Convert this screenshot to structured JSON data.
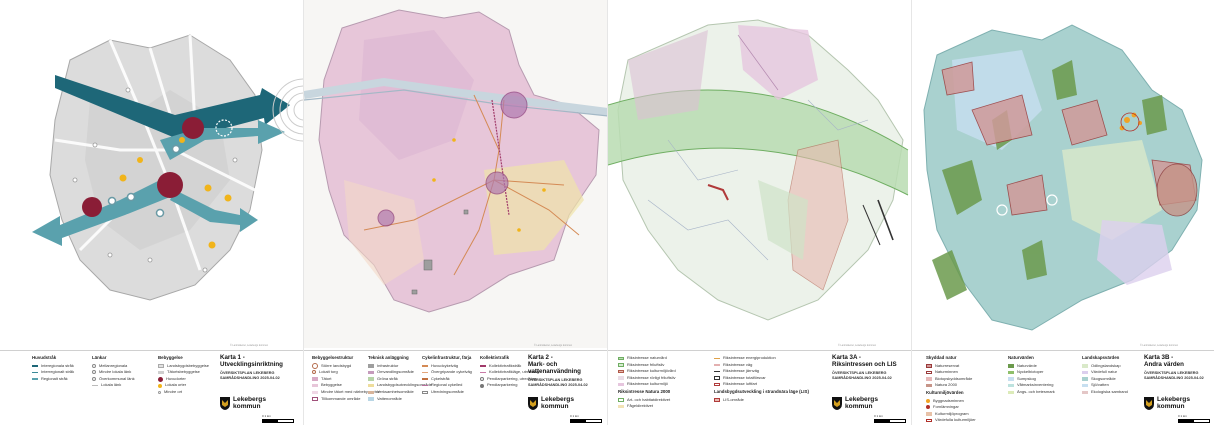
{
  "maps": [
    {
      "title_line1": "Karta 1 -",
      "title_line2": "Utvecklingsinriktning",
      "subtitle_line1": "ÖVERSIKTSPLAN LEKEBERG",
      "subtitle_line2": "SAMRÅDSHANDLING 2025-04-02",
      "logo_line1": "Lekebergs",
      "logo_line2": "kommun",
      "legend_groups": [
        {
          "heading": "Huvudstråk",
          "items": [
            "Interegionala stråk",
            "Interregionalt stråk",
            "Regionalt stråk"
          ]
        },
        {
          "heading": "Länkar",
          "items": [
            "Mellanregionala",
            "Mindre lokala länk",
            "Överkommunal länk",
            "Lokala länk"
          ]
        },
        {
          "heading": "Bebyggelse",
          "items": [
            "Landsbygdsbebyggelse",
            "Tätortsbebyggelse",
            "Huvudorter",
            "Lokala orter",
            "Mindre ort"
          ]
        }
      ],
      "scale_label": "0 1 km"
    },
    {
      "title_line1": "Karta 2 -",
      "title_line2": "Mark- och vattenanvändning",
      "subtitle_line1": "ÖVERSIKTSPLAN LEKEBERG",
      "subtitle_line2": "SAMRÅDSHANDLING 2025-04-02",
      "logo_line1": "Lekebergs",
      "logo_line2": "kommun",
      "legend_groups": [
        {
          "heading": "Bebyggelsestruktur",
          "items": [
            "Större landsbygd",
            "Lokalt torg",
            "Tätort",
            "Bebyggelse",
            "Mindre tätort med närbebyggelse",
            "Tillkommande område"
          ]
        },
        {
          "heading": "Teknisk anläggning",
          "items": [
            "Infrastruktur",
            "Omvandlingsområde",
            "Gröna stråk",
            "Landsbygdsutvecklingsområde",
            "Verksamhetsområde",
            "Vattenområde"
          ]
        },
        {
          "heading": "Cykelinfrastruktur, färja",
          "items": [
            "Huvudcykelväg",
            "Övergripande cykelväg",
            "Cykelstråk",
            "Regional cykelled",
            "Utredningsområde"
          ]
        },
        {
          "heading": "Kollektivtrafik",
          "items": [
            "Kollektivtrafikstråk",
            "Kollektivtrafikläge, utredning",
            "Pendlarparkering, utredning",
            "Pendlarparkering"
          ]
        }
      ],
      "scale_label": "0 1 km"
    },
    {
      "title_line1": "Karta 3A -",
      "title_line2": "Riksintressen och LIS",
      "subtitle_line1": "ÖVERSIKTSPLAN LEKEBERG",
      "subtitle_line2": "SAMRÅDSHANDLING 2025-04-02",
      "logo_line1": "Lekebergs",
      "logo_line2": "kommun",
      "legend_groups": [
        {
          "heading": "",
          "items": [
            "Riksintresse naturvård",
            "Riksintresse friluftsliv",
            "Riksintresse kulturmiljövård",
            "Riksintresse rörligt friluftsliv",
            "Riksintresse kulturmiljö"
          ]
        },
        {
          "heading": "Riksintresse Natura 2000",
          "items": [
            "Art- och habitatdirektivet",
            "Fågeldirektivet"
          ]
        },
        {
          "heading": "",
          "items": [
            "Riksintresse energiproduktion",
            "Riksintresse väg",
            "Riksintresse järnväg",
            "Riksintresse totalförsvar",
            "Riksintresse luftfart"
          ]
        },
        {
          "heading": "Landsbygdsutveckling i strandnära läge (LIS)",
          "items": [
            "LIS-område"
          ]
        }
      ],
      "scale_label": "0 1 km"
    },
    {
      "title_line1": "Karta 3B -",
      "title_line2": "Andra värden",
      "subtitle_line1": "ÖVERSIKTSPLAN LEKEBERG",
      "subtitle_line2": "SAMRÅDSHANDLING 2025-04-02",
      "logo_line1": "Lekebergs",
      "logo_line2": "kommun",
      "legend_groups": [
        {
          "heading": "Skyddad natur",
          "items": [
            "Naturreservat",
            "Naturminnen",
            "Biotopskyddsområde",
            "Natura 2000"
          ]
        },
        {
          "heading": "Kulturmiljövärden",
          "items": [
            "Byggnadsminnen",
            "Fornlämningar",
            "Kulturmiljöprogram",
            "Värdefulla kulturmiljöer"
          ]
        },
        {
          "heading": "Naturvärden",
          "items": [
            "Naturvärde",
            "Nyckelbiotoper",
            "Sumpskog",
            "Våtmarksinventering",
            "Ängs- och betesmark"
          ]
        },
        {
          "heading": "Landskapsvärden",
          "items": [
            "Odlingslandskap",
            "Värdefull natur",
            "Skogsområde",
            "Sjö/vatten",
            "Ekologiska samband"
          ]
        }
      ],
      "scale_label": "0 1 km"
    }
  ],
  "copyright": "© Lantmäteriet, Lekebergs kommun",
  "colors": {
    "arrow_main": "#1e6778",
    "arrow_regional": "#5aa1ad",
    "hub": "#8a1d36",
    "local_dot": "#f1b41a",
    "municipality_gray": "#c8c8c8",
    "landuse_pink": "#e7c6d9",
    "riks_green": "#b9dcb2",
    "values_teal": "#a9d1cf"
  }
}
